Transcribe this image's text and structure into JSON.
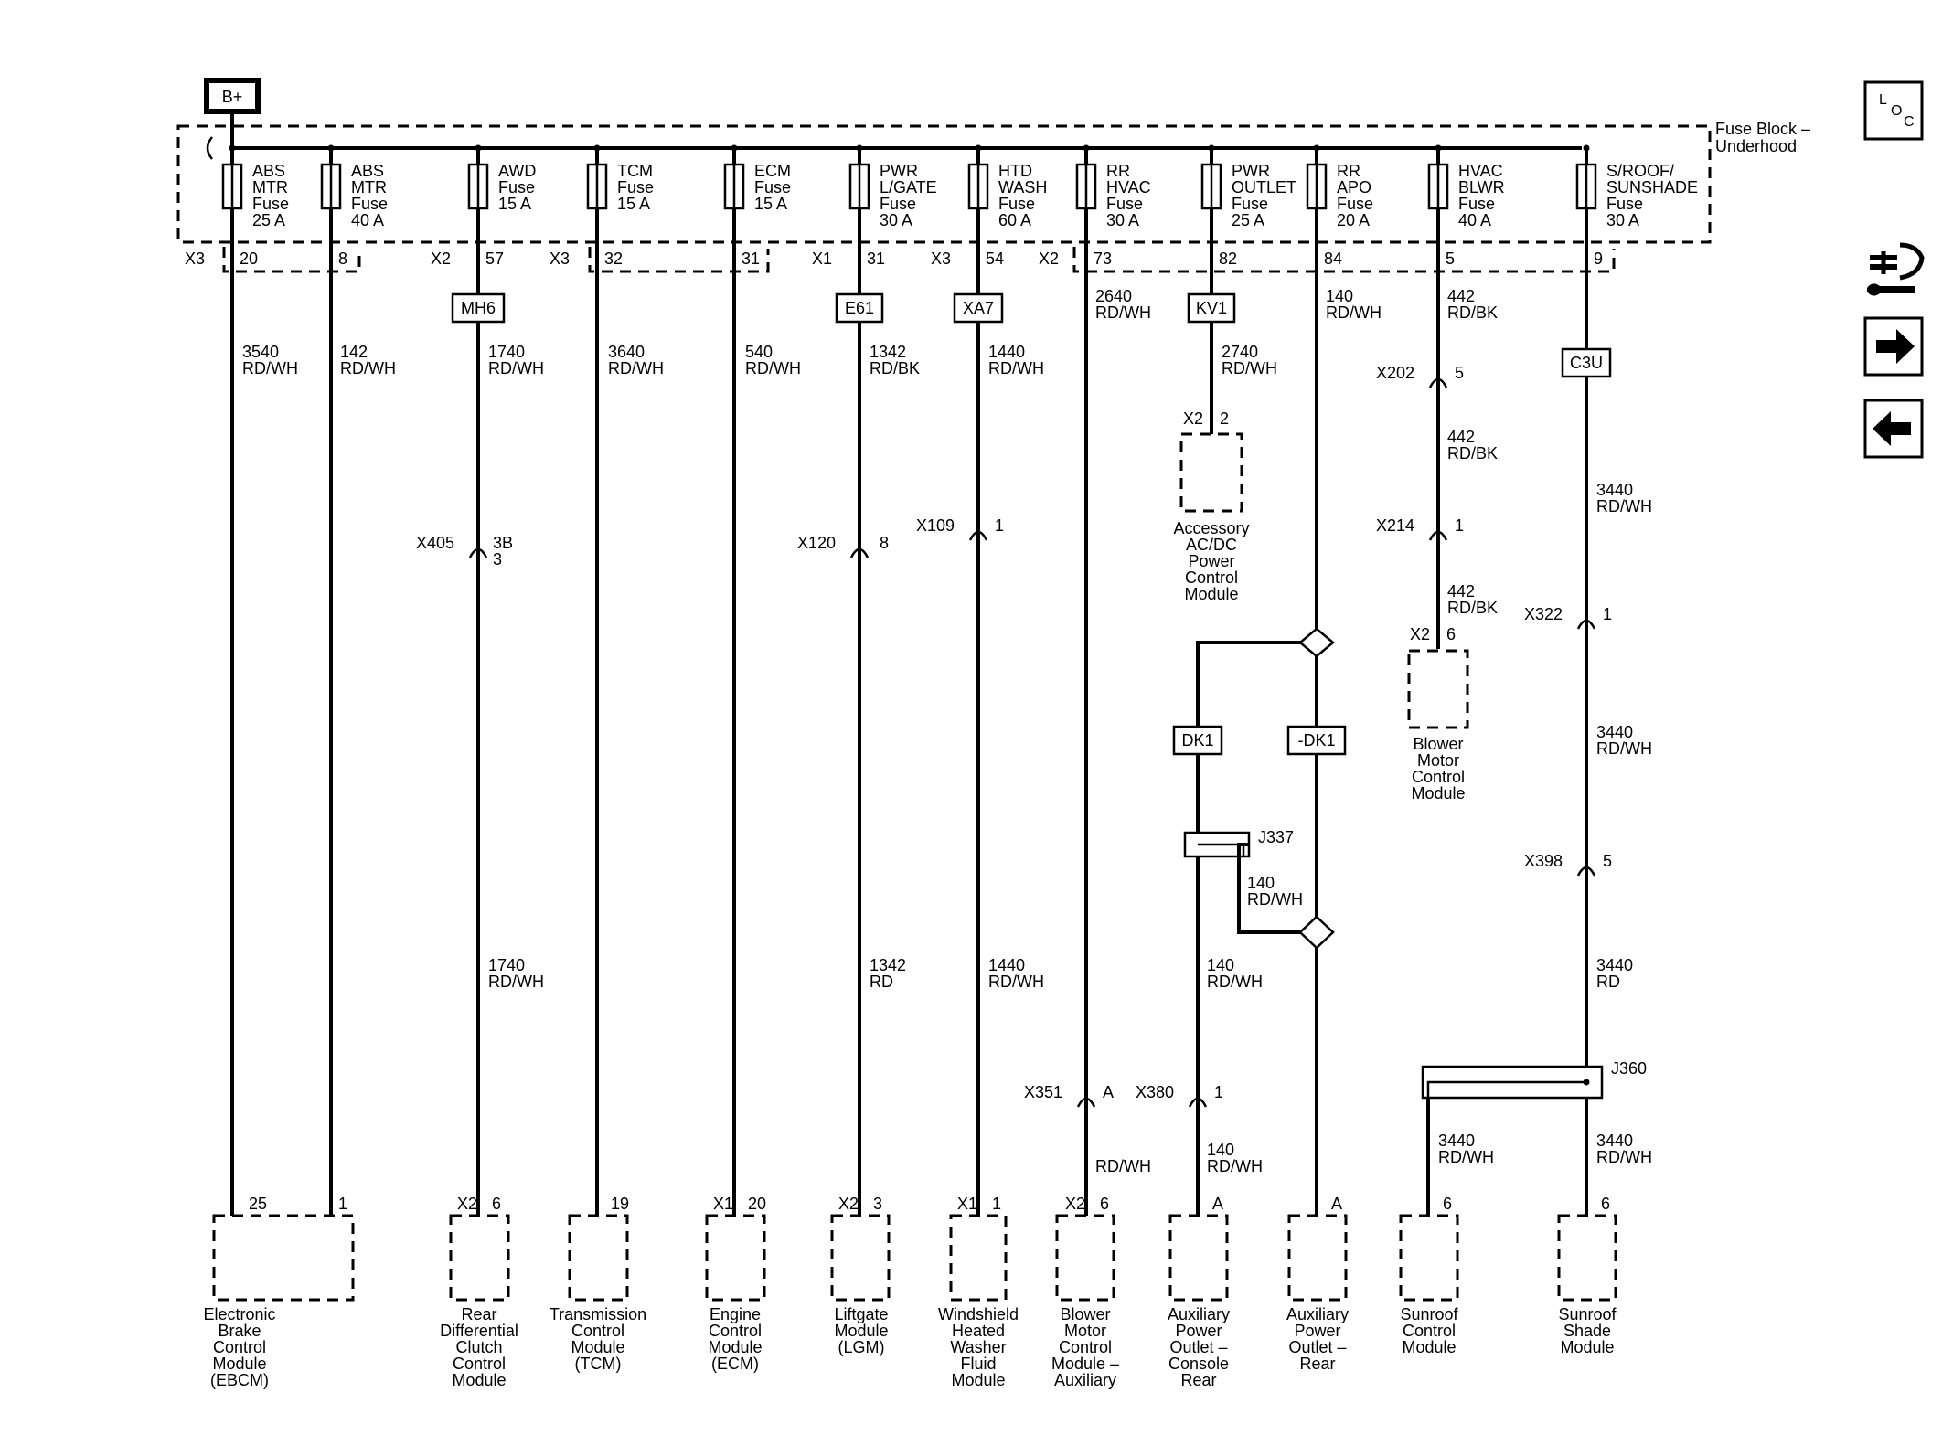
{
  "power": {
    "label": "B+"
  },
  "fuse_block": {
    "label": [
      "Fuse Block –",
      "Underhood"
    ]
  },
  "nav": {
    "loc_icon": "loc-icon",
    "connector_view_icon": "connector-view-icon",
    "next_icon": "arrow-right-icon",
    "prev_icon": "arrow-left-icon",
    "loc_letters": [
      "L",
      "O",
      "C"
    ]
  },
  "fuses": [
    {
      "lines": [
        "ABS",
        "MTR",
        "Fuse",
        "25 A"
      ]
    },
    {
      "lines": [
        "ABS",
        "MTR",
        "Fuse",
        "40 A"
      ]
    },
    {
      "lines": [
        "AWD",
        "Fuse",
        "15 A"
      ]
    },
    {
      "lines": [
        "TCM",
        "Fuse",
        "15 A"
      ]
    },
    {
      "lines": [
        "ECM",
        "Fuse",
        "15 A"
      ]
    },
    {
      "lines": [
        "PWR",
        "L/GATE",
        "Fuse",
        "30 A"
      ]
    },
    {
      "lines": [
        "HTD",
        "WASH",
        "Fuse",
        "60 A"
      ]
    },
    {
      "lines": [
        "RR",
        "HVAC",
        "Fuse",
        "30 A"
      ]
    },
    {
      "lines": [
        "PWR",
        "OUTLET",
        "Fuse",
        "25 A"
      ]
    },
    {
      "lines": [
        "RR",
        "APO",
        "Fuse",
        "20 A"
      ]
    },
    {
      "lines": [
        "HVAC",
        "BLWR",
        "Fuse",
        "40 A"
      ]
    },
    {
      "lines": [
        "S/ROOF/",
        "SUNSHADE",
        "Fuse",
        "30 A"
      ]
    }
  ],
  "fuse_block_pins": [
    {
      "connector": "X3",
      "pin": "20"
    },
    {
      "connector": "",
      "pin": "8"
    },
    {
      "connector": "X2",
      "pin": "57"
    },
    {
      "connector": "X3",
      "pin": "32"
    },
    {
      "connector": "",
      "pin": "31"
    },
    {
      "connector": "X1",
      "pin": "31"
    },
    {
      "connector": "X3",
      "pin": "54"
    },
    {
      "connector": "X2",
      "pin": "73"
    },
    {
      "connector": "",
      "pin": "82"
    },
    {
      "connector": "",
      "pin": "84"
    },
    {
      "connector": "",
      "pin": "5"
    },
    {
      "connector": "",
      "pin": "9"
    }
  ],
  "option_codes": [
    "MH6",
    "E61",
    "XA7",
    "KV1",
    "C3U",
    "DK1",
    "-DK1"
  ],
  "wire_labels": [
    {
      "circuit": "3540",
      "color": "RD/WH"
    },
    {
      "circuit": "142",
      "color": "RD/WH"
    },
    {
      "circuit": "1740",
      "color": "RD/WH"
    },
    {
      "circuit": "3640",
      "color": "RD/WH"
    },
    {
      "circuit": "540",
      "color": "RD/WH"
    },
    {
      "circuit": "1342",
      "color": "RD/BK"
    },
    {
      "circuit": "1440",
      "color": "RD/WH"
    },
    {
      "circuit": "2640",
      "color": "RD/WH"
    },
    {
      "circuit": "2740",
      "color": "RD/WH"
    },
    {
      "circuit": "140",
      "color": "RD/WH"
    },
    {
      "circuit": "442",
      "color": "RD/BK"
    },
    {
      "circuit": "442",
      "color": "RD/BK"
    },
    {
      "circuit": "442",
      "color": "RD/BK"
    },
    {
      "circuit": "3440",
      "color": "RD/WH"
    },
    {
      "circuit": "3440",
      "color": "RD/WH"
    },
    {
      "circuit": "1740",
      "color": "RD/WH"
    },
    {
      "circuit": "1342",
      "color": "RD"
    },
    {
      "circuit": "1440",
      "color": "RD/WH"
    },
    {
      "circuit": "140",
      "color": "RD/WH"
    },
    {
      "circuit": "140",
      "color": "RD/WH"
    },
    {
      "circuit": "3440",
      "color": "RD"
    },
    {
      "circuit": "",
      "color": "RD/WH"
    },
    {
      "circuit": "140",
      "color": "RD/WH"
    },
    {
      "circuit": "3440",
      "color": "RD/WH"
    },
    {
      "circuit": "3440",
      "color": "RD/WH"
    }
  ],
  "inline_connectors": [
    {
      "name": "X405",
      "pin": "3B",
      "pin2": "3"
    },
    {
      "name": "X120",
      "pin": "8"
    },
    {
      "name": "X109",
      "pin": "1"
    },
    {
      "name": "X202",
      "pin": "5"
    },
    {
      "name": "X214",
      "pin": "1"
    },
    {
      "name": "X322",
      "pin": "1"
    },
    {
      "name": "X398",
      "pin": "5"
    },
    {
      "name": "X351",
      "pin": "A"
    },
    {
      "name": "X380",
      "pin": "1"
    }
  ],
  "splices": [
    "J337",
    "J360"
  ],
  "modules": [
    {
      "connector": "",
      "pin": "25",
      "pin2": "1",
      "name": [
        "Electronic",
        "Brake",
        "Control",
        "Module",
        "(EBCM)"
      ]
    },
    {
      "connector": "X2",
      "pin": "6",
      "name": [
        "Rear",
        "Differential",
        "Clutch",
        "Control",
        "Module"
      ]
    },
    {
      "connector": "",
      "pin": "19",
      "name": [
        "Transmission",
        "Control",
        "Module",
        "(TCM)"
      ]
    },
    {
      "connector": "X1",
      "pin": "20",
      "name": [
        "Engine",
        "Control",
        "Module",
        "(ECM)"
      ]
    },
    {
      "connector": "X2",
      "pin": "3",
      "name": [
        "Liftgate",
        "Module",
        "(LGM)"
      ]
    },
    {
      "connector": "X1",
      "pin": "1",
      "name": [
        "Windshield",
        "Heated",
        "Washer",
        "Fluid",
        "Module"
      ]
    },
    {
      "connector": "X2",
      "pin": "6",
      "name": [
        "Blower",
        "Motor",
        "Control",
        "Module –",
        "Auxiliary"
      ]
    },
    {
      "connector": "",
      "pin": "A",
      "name": [
        "Auxiliary",
        "Power",
        "Outlet –",
        "Console",
        "Rear"
      ]
    },
    {
      "connector": "",
      "pin": "A",
      "name": [
        "Auxiliary",
        "Power",
        "Outlet –",
        "Rear"
      ]
    },
    {
      "connector": "",
      "pin": "6",
      "name": [
        "Sunroof",
        "Control",
        "Module"
      ]
    },
    {
      "connector": "",
      "pin": "6",
      "name": [
        "Sunroof",
        "Shade",
        "Module"
      ]
    }
  ],
  "upper_modules": [
    {
      "connector": "X2",
      "pin": "2",
      "name": [
        "Accessory",
        "AC/DC",
        "Power",
        "Control",
        "Module"
      ]
    },
    {
      "connector": "X2",
      "pin": "6",
      "name": [
        "Blower",
        "Motor",
        "Control",
        "Module"
      ]
    }
  ]
}
